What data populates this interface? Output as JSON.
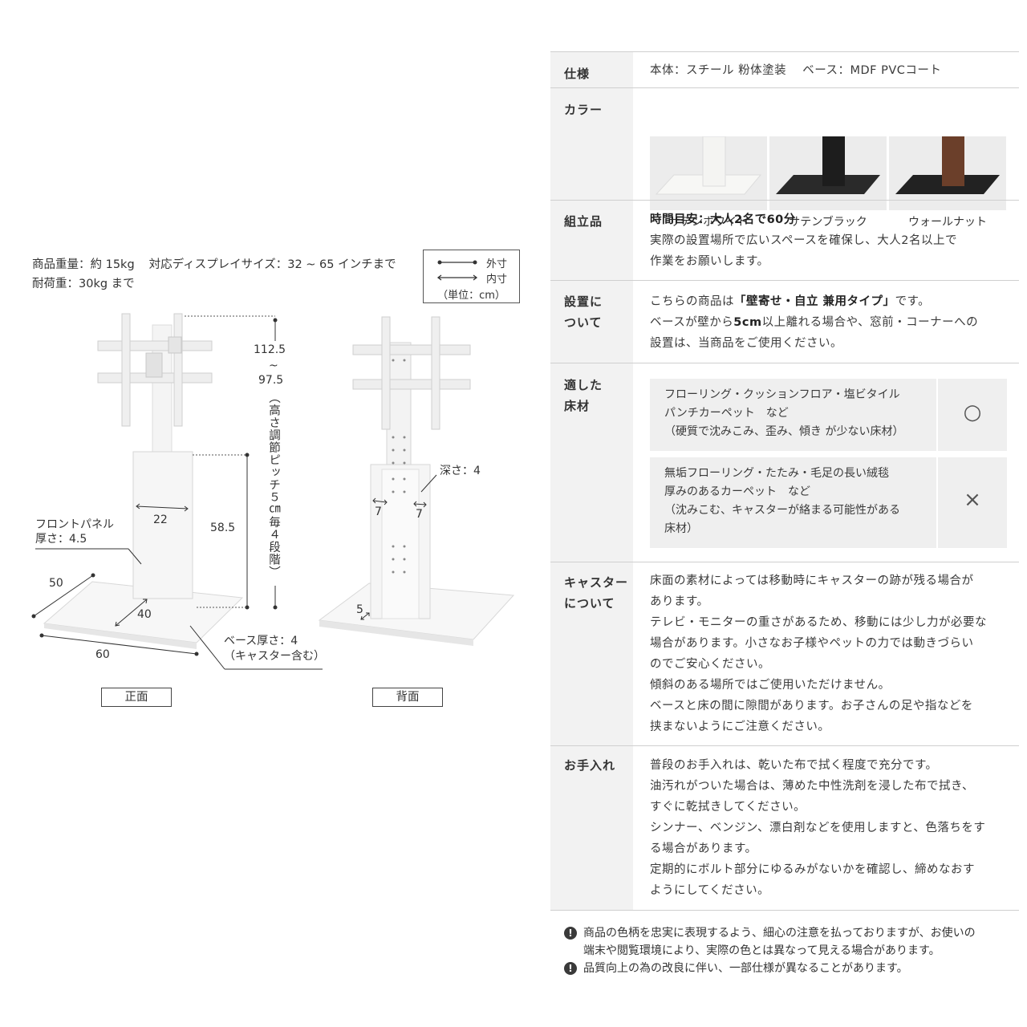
{
  "left": {
    "weight_line": "商品重量：約 15kg",
    "display_size": "対応ディスプレイサイズ：32 ~ 65 インチまで",
    "load_line": "耐荷重：30kg まで",
    "legend": {
      "outer": "外寸",
      "inner": "内寸",
      "unit": "（単位：cm）"
    },
    "front": {
      "height_max": "112.5",
      "tilde": "~",
      "height_min": "97.5",
      "height_note": "（高さ調節ピッチ５㎝毎４段階）",
      "panel_width": "22",
      "panel_height": "58.5",
      "front_panel_label": "フロントパネル",
      "front_panel_thickness": "厚さ：4.5",
      "base_depth_outer": "50",
      "base_depth_inner": "40",
      "base_width": "60",
      "base_thickness": "ベース厚さ：4",
      "base_caster_note": "（キャスター含む）",
      "caption": "正面"
    },
    "back": {
      "depth": "深さ：4",
      "inner_left": "7",
      "inner_right": "7",
      "bottom": "5",
      "caption": "背面"
    }
  },
  "table": {
    "spec": {
      "label": "仕様",
      "value": "本体：スチール 粉体塗装　 ベース：MDF PVCコート"
    },
    "color": {
      "label": "カラー",
      "swatches": [
        {
          "name": "サテンホワイト",
          "column": "#f4f4f2",
          "base": "#f7f7f5",
          "bg": "#ececec"
        },
        {
          "name": "サテンブラック",
          "column": "#1d1d1d",
          "base": "#2a2a2a",
          "bg": "#ececec"
        },
        {
          "name": "ウォールナット",
          "column": "#6b3f2a",
          "base": "#222222",
          "bg": "#ececec"
        }
      ]
    },
    "assembly": {
      "label": "組立品",
      "bold": "時間目安：大人2名で60分",
      "lines": [
        "実際の設置場所で広いスペースを確保し、大人2名以上で",
        "作業をお願いします。"
      ]
    },
    "install": {
      "label_lines": [
        "設置に",
        "ついて"
      ],
      "line1_pre": "こちらの商品は",
      "line1_bold": "「壁寄せ・自立 兼用タイプ」",
      "line1_post": "です。",
      "line2_pre": "ベースが壁から",
      "line2_bold": "5cm",
      "line2_post": "以上離れる場合や、窓前・コーナーへの",
      "line3": "設置は、当商品をご使用ください。"
    },
    "floor": {
      "label_lines": [
        "適した",
        "床材"
      ],
      "cards": [
        {
          "lines": [
            "フローリング・クッションフロア・塩ビタイル",
            "パンチカーペット　など",
            "（硬質で沈みこみ、歪み、傾き が少ない床材）"
          ],
          "mark": "○"
        },
        {
          "lines": [
            "無垢フローリング・たたみ・毛足の長い絨毯",
            "厚みのあるカーペット　など",
            "（沈みこむ、キャスターが絡まる可能性がある",
            "床材）"
          ],
          "mark": "×"
        }
      ]
    },
    "caster": {
      "label_lines": [
        "キャスター",
        "について"
      ],
      "lines": [
        "床面の素材によっては移動時にキャスターの跡が残る場合が",
        "あります。",
        "テレビ・モニターの重さがあるため、移動には少し力が必要な",
        "場合があります。小さなお子様やペットの力では動きづらい",
        "のでご安心ください。",
        "傾斜のある場所ではご使用いただけません。",
        "ベースと床の間に隙間があります。お子さんの足や指などを",
        "挟まないようにご注意ください。"
      ]
    },
    "care": {
      "label": "お手入れ",
      "lines": [
        "普段のお手入れは、乾いた布で拭く程度で充分です。",
        "油汚れがついた場合は、薄めた中性洗剤を浸した布で拭き、",
        "すぐに乾拭きしてください。",
        "シンナー、ベンジン、漂白剤などを使用しますと、色落ちをす",
        "る場合があります。",
        "定期的にボルト部分にゆるみがないかを確認し、締めなおす",
        "ようにしてください。"
      ]
    }
  },
  "notes": [
    {
      "icon": "exclamation-icon",
      "lines": [
        "商品の色柄を忠実に表現するよう、細心の注意を払っておりますが、お使いの",
        "端末や閲覧環境により、実際の色とは異なって見える場合があります。"
      ]
    },
    {
      "icon": "exclamation-icon",
      "lines": [
        "品質向上の為の改良に伴い、一部仕様が異なることがあります。"
      ]
    }
  ]
}
